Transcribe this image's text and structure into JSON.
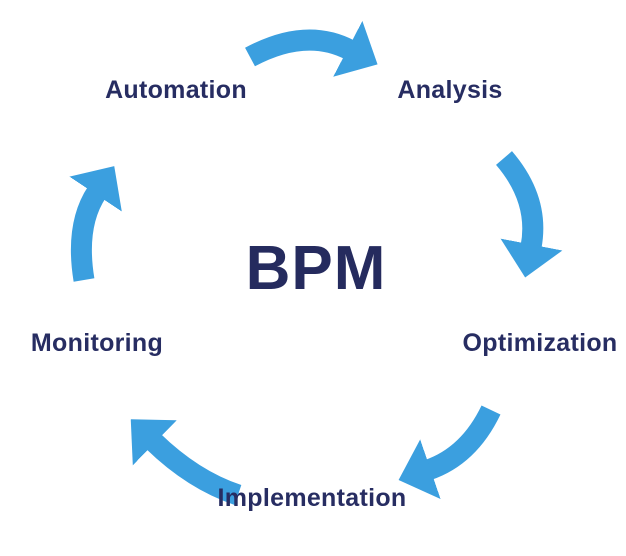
{
  "diagram": {
    "type": "cycle",
    "title": "BPM",
    "steps": [
      {
        "id": "automation",
        "label": "Automation"
      },
      {
        "id": "analysis",
        "label": "Analysis"
      },
      {
        "id": "optimization",
        "label": "Optimization"
      },
      {
        "id": "implementation",
        "label": "Implementation"
      },
      {
        "id": "monitoring",
        "label": "Monitoring"
      }
    ],
    "flow": [
      "Automation -> Analysis",
      "Analysis -> Optimization",
      "Optimization -> Implementation",
      "Implementation -> Monitoring",
      "Monitoring -> Automation"
    ],
    "colors": {
      "arrow_blue": "#3B9FDF",
      "text_navy": "#272D62",
      "title_navy": "#252B5E",
      "background": "#FFFFFF"
    }
  }
}
